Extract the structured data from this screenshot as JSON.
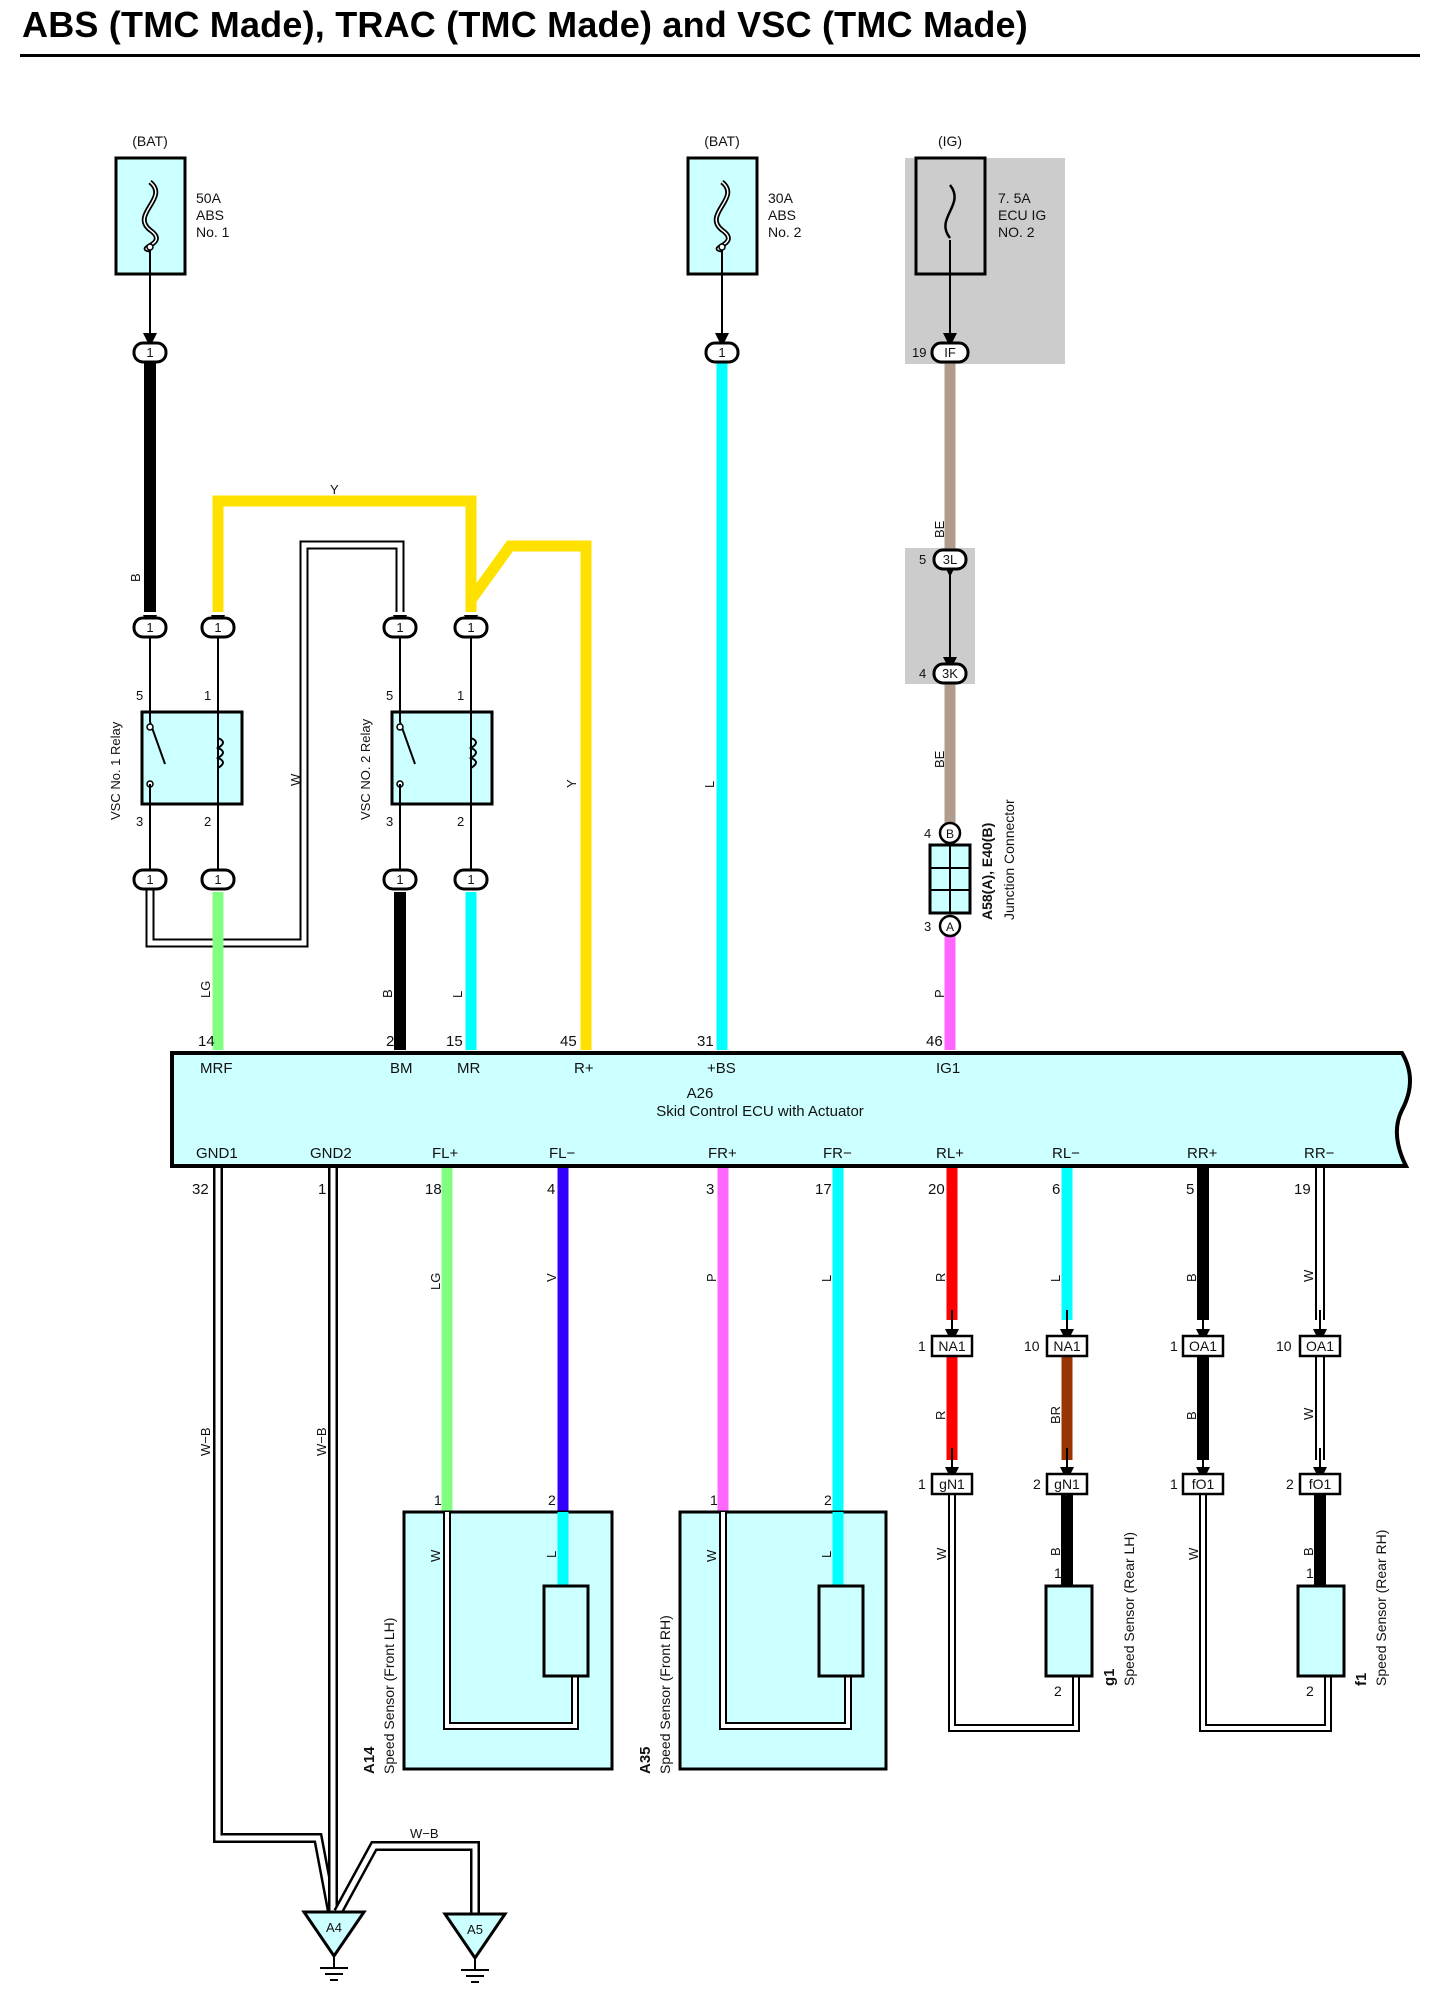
{
  "title": "ABS (TMC Made), TRAC (TMC Made) and VSC (TMC Made)",
  "colors": {
    "fill": "#ccffff",
    "gray_box": "#cccccc",
    "wire_black": "#000000",
    "wire_yellow": "#ffe100",
    "wire_cyan": "#00ffff",
    "wire_lightgreen": "#80ff80",
    "wire_violet": "#3300ff",
    "wire_pink": "#ff66ff",
    "wire_red": "#ff0000",
    "wire_brown": "#993300",
    "wire_beige": "#b09c8c",
    "wire_white": "#ffffff"
  },
  "fuses": {
    "f1": {
      "source": "(BAT)",
      "rating": "50A",
      "name1": "ABS",
      "name2": "No. 1"
    },
    "f2": {
      "source": "(BAT)",
      "rating": "30A",
      "name1": "ABS",
      "name2": "No. 2"
    },
    "f3": {
      "source": "(IG)",
      "rating": "7. 5A",
      "name1": "ECU IG",
      "name2": "NO. 2"
    }
  },
  "connectors": {
    "c1": "1",
    "cIF": "IF",
    "cIF_pin": "19",
    "c3L": "3L",
    "c3L_pin": "5",
    "c3K": "3K",
    "c3K_pin": "4",
    "cB": "B",
    "cB_pin": "4",
    "cA": "A",
    "cA_pin": "3",
    "na1": "NA1",
    "oa1": "OA1",
    "gn1": "gN1",
    "fo1": "fO1"
  },
  "relays": {
    "r1": {
      "name": "VSC No. 1 Relay",
      "p5": "5",
      "p1": "1",
      "p3": "3",
      "p2": "2"
    },
    "r2": {
      "name": "VSC NO. 2 Relay",
      "p5": "5",
      "p1": "1",
      "p3": "3",
      "p2": "2"
    }
  },
  "junction": {
    "code": "A58(A), E40(B)",
    "name": "Junction Connector"
  },
  "ecu": {
    "code": "A26",
    "name": "Skid Control ECU with Actuator",
    "top_pins": [
      {
        "num": "14",
        "label": "MRF"
      },
      {
        "num": "2",
        "label": "BM"
      },
      {
        "num": "15",
        "label": "MR"
      },
      {
        "num": "45",
        "label": "R+"
      },
      {
        "num": "31",
        "label": "+BS"
      },
      {
        "num": "46",
        "label": "IG1"
      }
    ],
    "bottom_pins": [
      {
        "num": "32",
        "label": "GND1"
      },
      {
        "num": "1",
        "label": "GND2"
      },
      {
        "num": "18",
        "label": "FL+"
      },
      {
        "num": "4",
        "label": "FL−"
      },
      {
        "num": "3",
        "label": "FR+"
      },
      {
        "num": "17",
        "label": "FR−"
      },
      {
        "num": "20",
        "label": "RL+"
      },
      {
        "num": "6",
        "label": "RL−"
      },
      {
        "num": "5",
        "label": "RR+"
      },
      {
        "num": "19",
        "label": "RR−"
      }
    ]
  },
  "wires": {
    "B": "B",
    "Y": "Y",
    "W": "W",
    "L": "L",
    "LG": "LG",
    "BE": "BE",
    "P": "P",
    "V": "V",
    "R": "R",
    "BR": "BR",
    "WB": "W−B"
  },
  "pins": {
    "p1": "1",
    "p2": "2",
    "p10": "10"
  },
  "sensors": {
    "a14": {
      "code": "A14",
      "name": "Speed Sensor (Front LH)"
    },
    "a35": {
      "code": "A35",
      "name": "Speed Sensor (Front RH)"
    },
    "g1": {
      "code": "g1",
      "name": "Speed Sensor (Rear LH)"
    },
    "f1": {
      "code": "f1",
      "name": "Speed Sensor (Rear RH)"
    }
  },
  "grounds": {
    "a4": "A4",
    "a5": "A5"
  }
}
